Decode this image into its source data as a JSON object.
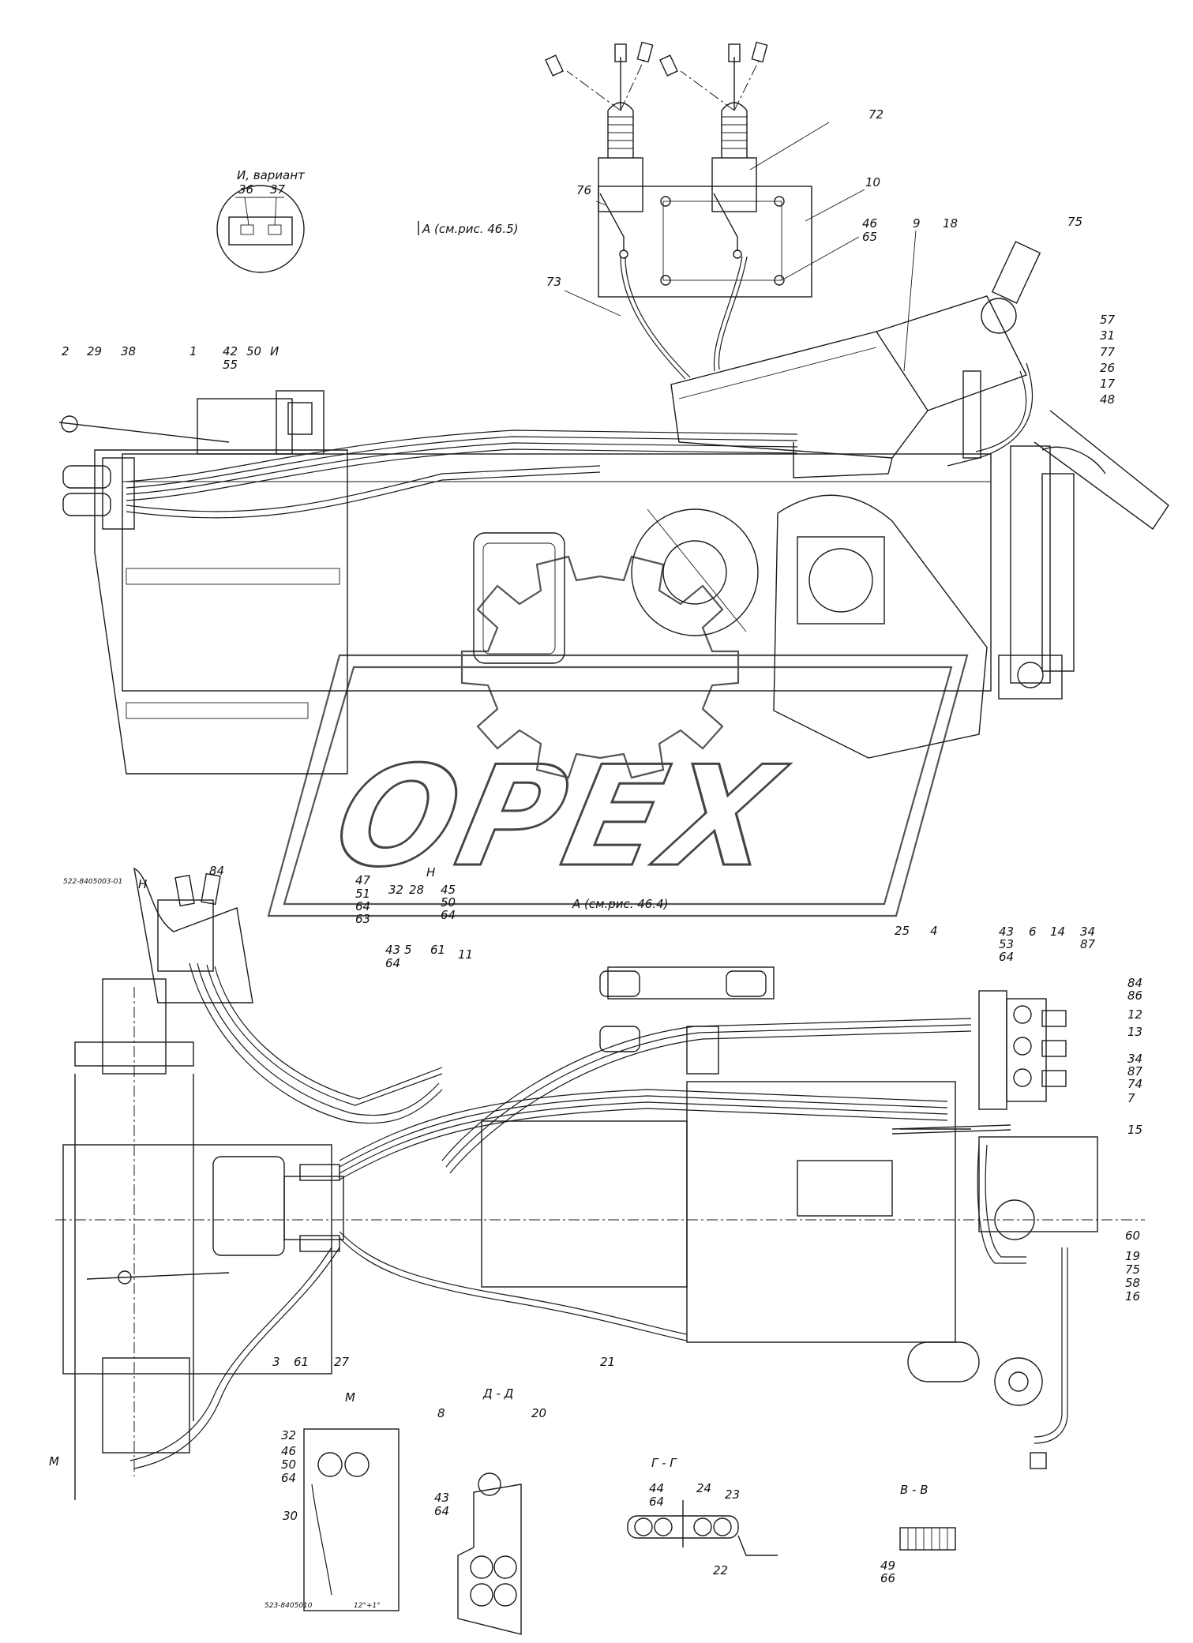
{
  "watermark": "OPEX",
  "view_notes": {
    "view_a_top": "A (см.рис. 46.5)",
    "view_a_bottom": "A (см.рис. 46.4)",
    "variant_i": "И, вариант",
    "section_d": "Д - Д",
    "section_g": "Г - Г",
    "section_v": "В - В",
    "view_m": "М",
    "view_n": "Н",
    "view_i": "И",
    "part_522": "522-8405003-01",
    "part_523": "523-8405010",
    "note_12": "12°+1°"
  },
  "callouts": {
    "c1": "1",
    "c2": "2",
    "c3": "3",
    "c4": "4",
    "c5": "5",
    "c6": "6",
    "c7": "7",
    "c8": "8",
    "c9": "9",
    "c10": "10",
    "c11": "11",
    "c12": "12",
    "c13": "13",
    "c14": "14",
    "c15": "15",
    "c16": "16",
    "c17": "17",
    "c18": "18",
    "c19": "19",
    "c20": "20",
    "c21": "21",
    "c22": "22",
    "c23": "23",
    "c24": "24",
    "c25": "25",
    "c26": "26",
    "c27": "27",
    "c28": "28",
    "c29": "29",
    "c30": "30",
    "c31": "31",
    "c32a": "32",
    "c32b": "32",
    "c34a": "34",
    "c34b": "34",
    "c36": "36",
    "c37": "37",
    "c38": "38",
    "c42": "42",
    "c43a": "43",
    "c43b": "43",
    "c43c": "43",
    "c44": "44",
    "c45a": "45",
    "c45b": "46",
    "c46": "46",
    "c47": "47",
    "c48": "48",
    "c49": "49",
    "c50a": "50",
    "c50b": "50",
    "c50c": "50",
    "c55": "55",
    "c57": "57",
    "c58": "58",
    "c60": "60",
    "c61a": "61",
    "c61b": "61",
    "c64a": "64",
    "c64b": "64",
    "c64c": "64",
    "c64d": "64",
    "c64e": "64",
    "c64f": "64",
    "c64g": "64",
    "c65a": "65",
    "c66a": "66",
    "c72": "72",
    "c73": "73",
    "c74": "74",
    "c75a": "75",
    "c75b": "75",
    "c76": "76",
    "c77": "77",
    "c84a": "84",
    "c84b": "84",
    "c86": "86",
    "c87a": "87",
    "c87b": "87",
    "c51": "51",
    "c53": "53",
    "c63": "63"
  }
}
